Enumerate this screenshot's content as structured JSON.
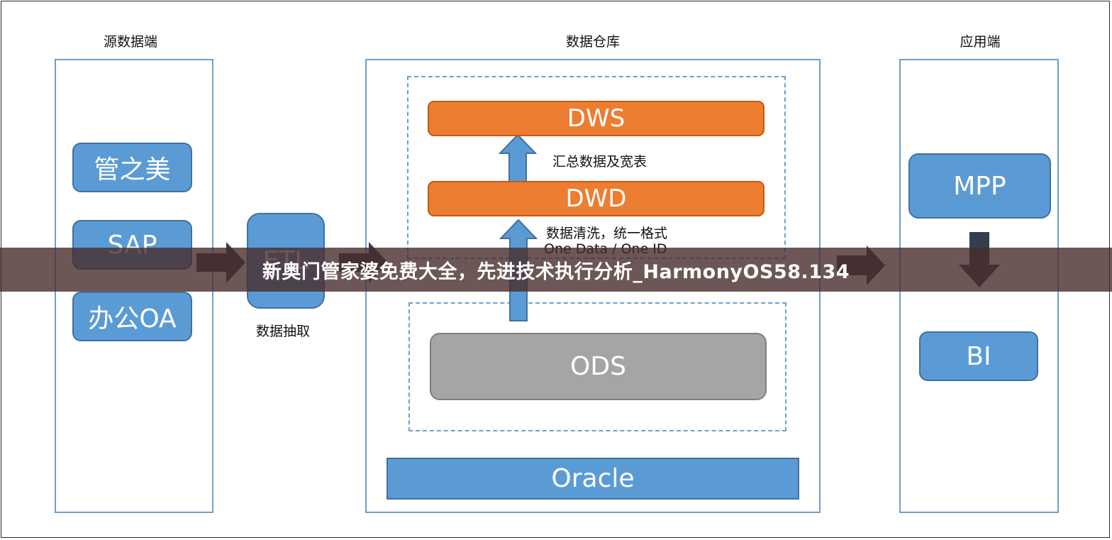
{
  "columns": {
    "source": {
      "title": "源数据端"
    },
    "warehouse": {
      "title": "数据仓库"
    },
    "application": {
      "title": "应用端"
    }
  },
  "source_systems": [
    "管之美",
    "SAP",
    "办公OA"
  ],
  "etl": {
    "label": "ETL",
    "caption": "数据抽取"
  },
  "warehouse_layers": {
    "dws": "DWS",
    "dwd": "DWD",
    "ods": "ODS",
    "oracle": "Oracle"
  },
  "annotations": {
    "dwd_to_dws": "汇总数据及宽表",
    "ods_to_dwd_line1": "数据清洗，统一格式",
    "ods_to_dwd_line2": "One Data / One ID"
  },
  "applications": [
    "MPP",
    "BI"
  ],
  "banner": {
    "text": "新奥门管家婆免费大全，先进技术执行分析_HarmonyOS58.134"
  },
  "colors": {
    "blue_fill": "#5b9bd5",
    "blue_border": "#41719c",
    "orange_fill": "#ed7d31",
    "gray_fill": "#a5a5a5",
    "dark_arrow": "#333f50",
    "banner_bg": "#492c2c"
  }
}
